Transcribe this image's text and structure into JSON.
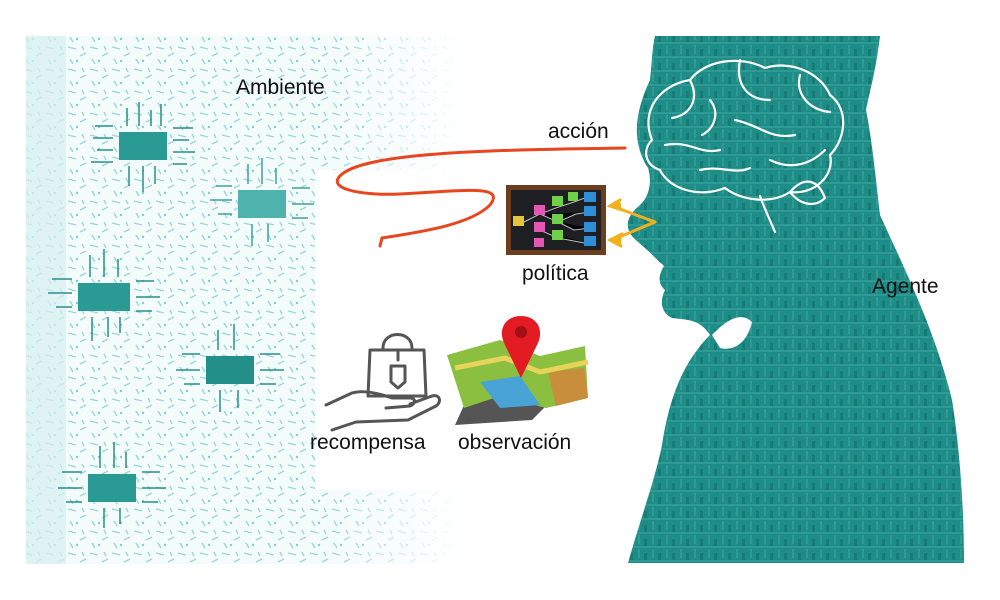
{
  "labels": {
    "environment": "Ambiente",
    "action": "acción",
    "policy": "política",
    "agent": "Agente",
    "reward": "recompensa",
    "observation": "observación"
  },
  "colors": {
    "teal": "#1e8c87",
    "teal_light": "#8fd3d6",
    "action_arrow": "#e8461e",
    "policy_arrows": "#f2b11c",
    "icon_gray": "#555555",
    "map_pin": "#e31b23"
  },
  "icons": [
    "circuit-chip-icon",
    "brain-icon",
    "policy-board-icon",
    "shopping-bag-hand-icon",
    "map-pin-icon"
  ]
}
